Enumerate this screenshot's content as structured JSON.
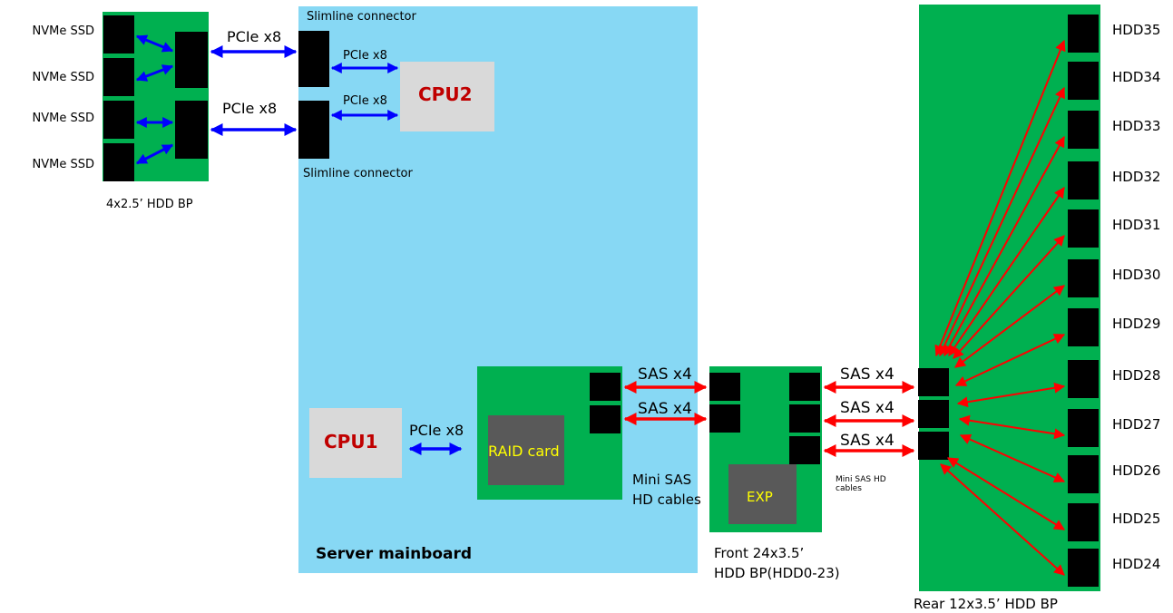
{
  "nvme_backplane": {
    "ssd_labels": [
      "NVMe SSD",
      "NVMe SSD",
      "NVMe SSD",
      "NVMe SSD"
    ],
    "caption": "4x2.5’  HDD BP"
  },
  "pcie_top_label": "PCIe x8",
  "pcie_bottom_label": "PCIe x8",
  "slimline_top_label": "Slimline connector",
  "slimline_bottom_label": "Slimline connector",
  "cpu2_link_top_label": "PCIe x8",
  "cpu2_link_bottom_label": "PCIe x8",
  "cpu2_label": "CPU2",
  "cpu1_label": "CPU1",
  "cpu1_link_label": "PCIe x8",
  "raid_label": "RAID card",
  "mainboard_label": "Server mainboard",
  "sas_front_labels": [
    "SAS x4",
    "SAS x4"
  ],
  "mini_sas_front_label": [
    "Mini SAS",
    "HD cables"
  ],
  "exp_label": "EXP",
  "front_bp_caption": [
    "Front 24x3.5’",
    "HDD BP(HDD0-23)"
  ],
  "sas_rear_labels": [
    "SAS x4",
    "SAS x4",
    "SAS x4"
  ],
  "mini_sas_rear_label": [
    "Mini SAS HD",
    "cables"
  ],
  "rear_bp_caption": "Rear 12x3.5’  HDD BP",
  "hdd_labels": [
    "HDD35",
    "HDD34",
    "HDD33",
    "HDD32",
    "HDD31",
    "HDD30",
    "HDD29",
    "HDD28",
    "HDD27",
    "HDD26",
    "HDD25",
    "HDD24"
  ],
  "colors": {
    "mainboard": "#87d8f4",
    "board_green": "#00b050",
    "cpu_box": "#d9d9d9",
    "cpu_text": "#c00000",
    "raid_chip": "#595959",
    "raid_text": "#ffff00",
    "pcie_arrow": "#0000ff",
    "sas_arrow": "#ff0000"
  }
}
